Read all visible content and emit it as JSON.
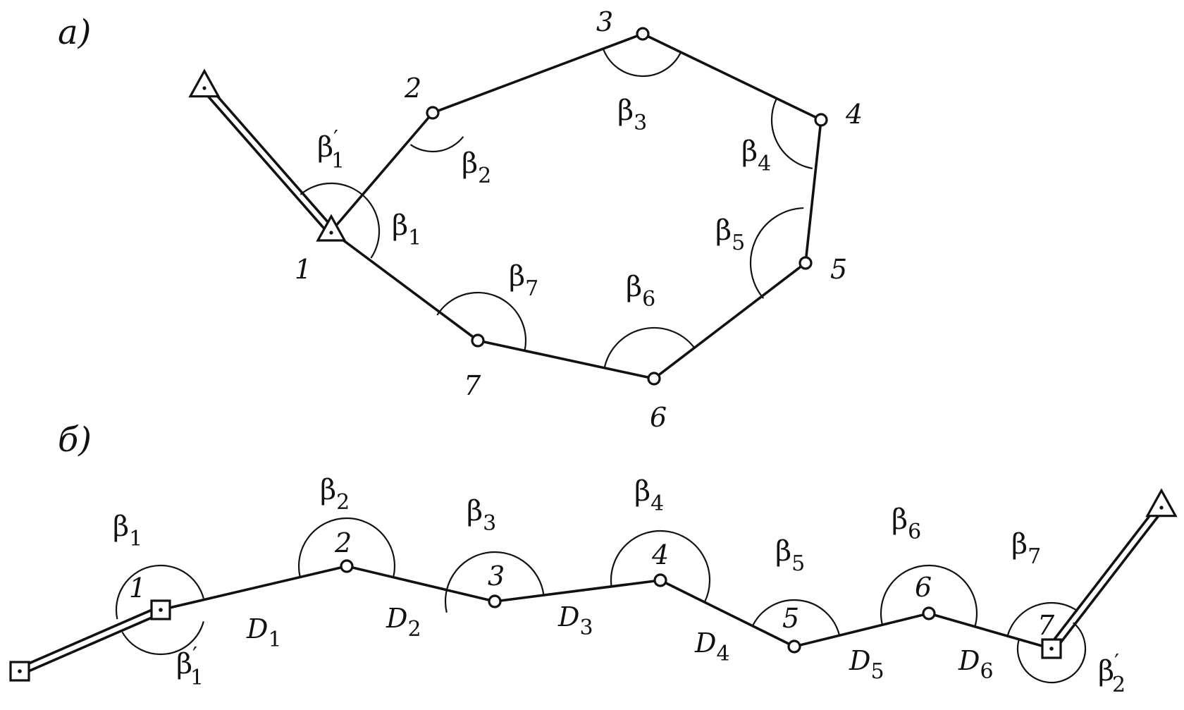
{
  "figure_a": {
    "label": "а)",
    "points": [
      {
        "id": "p1",
        "label": "1"
      },
      {
        "id": "p2",
        "label": "2"
      },
      {
        "id": "p3",
        "label": "3"
      },
      {
        "id": "p4",
        "label": "4"
      },
      {
        "id": "p5",
        "label": "5"
      },
      {
        "id": "p6",
        "label": "6"
      },
      {
        "id": "p7",
        "label": "7"
      }
    ],
    "angles": [
      {
        "sym": "β",
        "sub": "1",
        "prime": false
      },
      {
        "sym": "β",
        "sub": "1",
        "prime": true
      },
      {
        "sym": "β",
        "sub": "2",
        "prime": false
      },
      {
        "sym": "β",
        "sub": "3",
        "prime": false
      },
      {
        "sym": "β",
        "sub": "4",
        "prime": false
      },
      {
        "sym": "β",
        "sub": "5",
        "prime": false
      },
      {
        "sym": "β",
        "sub": "6",
        "prime": false
      },
      {
        "sym": "β",
        "sub": "7",
        "prime": false
      }
    ]
  },
  "figure_b": {
    "label": "б)",
    "points": [
      {
        "id": "q1",
        "label": "1"
      },
      {
        "id": "q2",
        "label": "2"
      },
      {
        "id": "q3",
        "label": "3"
      },
      {
        "id": "q4",
        "label": "4"
      },
      {
        "id": "q5",
        "label": "5"
      },
      {
        "id": "q6",
        "label": "6"
      },
      {
        "id": "q7",
        "label": "7"
      }
    ],
    "angles": [
      {
        "sym": "β",
        "sub": "1",
        "prime": false
      },
      {
        "sym": "β",
        "sub": "1",
        "prime": true
      },
      {
        "sym": "β",
        "sub": "2",
        "prime": false
      },
      {
        "sym": "β",
        "sub": "3",
        "prime": false
      },
      {
        "sym": "β",
        "sub": "4",
        "prime": false
      },
      {
        "sym": "β",
        "sub": "5",
        "prime": false
      },
      {
        "sym": "β",
        "sub": "6",
        "prime": false
      },
      {
        "sym": "β",
        "sub": "7",
        "prime": false
      },
      {
        "sym": "β",
        "sub": "2",
        "prime": true
      }
    ],
    "distances": [
      {
        "sym": "D",
        "sub": "1"
      },
      {
        "sym": "D",
        "sub": "2"
      },
      {
        "sym": "D",
        "sub": "3"
      },
      {
        "sym": "D",
        "sub": "4"
      },
      {
        "sym": "D",
        "sub": "5"
      },
      {
        "sym": "D",
        "sub": "6"
      }
    ]
  }
}
